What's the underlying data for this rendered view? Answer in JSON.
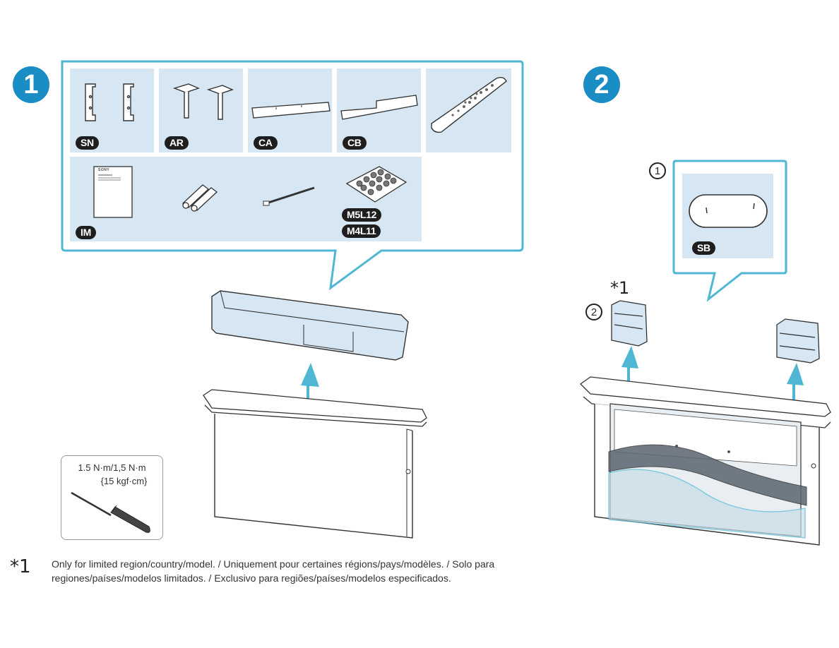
{
  "steps": {
    "step1": "1",
    "step2": "2"
  },
  "parts": {
    "sn": "SN",
    "ar": "AR",
    "ca": "CA",
    "cb": "CB",
    "im": "IM",
    "m5l12": "M5L12",
    "m4l11": "M4L11",
    "sb": "SB"
  },
  "manual_logo": "SONY",
  "substeps": {
    "one": "1",
    "two": "2"
  },
  "asterisk_note": "*1",
  "torque": {
    "line1": "1.5 N·m/1,5 N·m",
    "line2": "{15 kgf·cm}"
  },
  "footnote": {
    "marker": "*1",
    "line1": "Only for limited region/country/model. / Uniquement pour certaines régions/pays/modèles. / Solo para",
    "line2": "regiones/países/modelos limitados. / Exclusivo para regiões/países/modelos especificados."
  },
  "colors": {
    "accent": "#1a8ec4",
    "panel_fill": "#d6e6f2",
    "callout_border": "#4fb7d3",
    "label_pill": "#1e1e1e"
  }
}
